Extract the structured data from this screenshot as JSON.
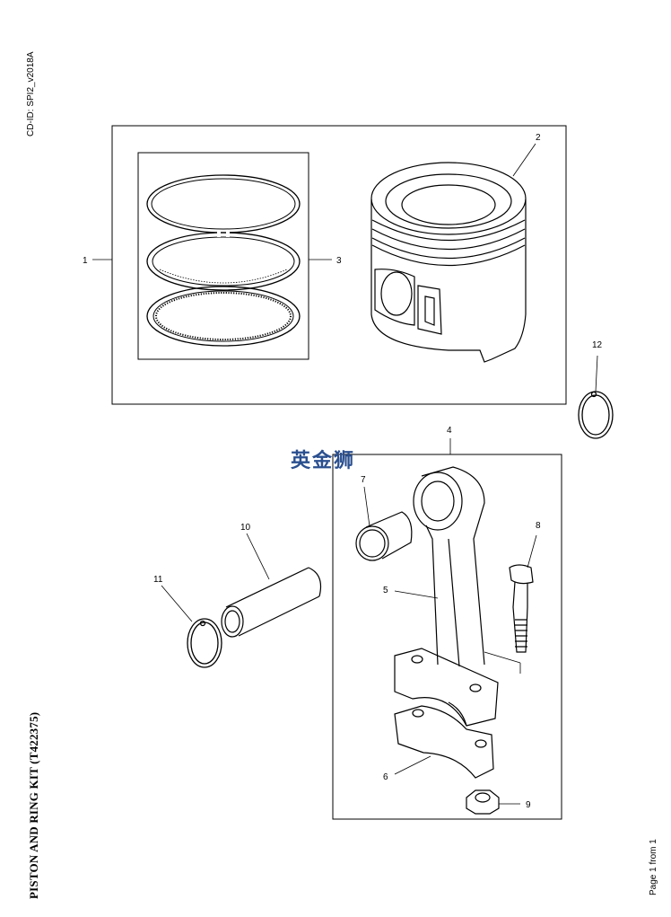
{
  "document": {
    "cd_id": "CD-ID: SPI2_v2018A",
    "title": "PISTON AND RING KIT (T422375)",
    "page_number": "Page 1 from 1",
    "watermark": "英金狮"
  },
  "callouts": [
    {
      "id": "1",
      "label": "1"
    },
    {
      "id": "2",
      "label": "2"
    },
    {
      "id": "3",
      "label": "3"
    },
    {
      "id": "4",
      "label": "4"
    },
    {
      "id": "5",
      "label": "5"
    },
    {
      "id": "6",
      "label": "6"
    },
    {
      "id": "7",
      "label": "7"
    },
    {
      "id": "8",
      "label": "8"
    },
    {
      "id": "9",
      "label": "9"
    },
    {
      "id": "10",
      "label": "10"
    },
    {
      "id": "11",
      "label": "11"
    },
    {
      "id": "12",
      "label": "12"
    }
  ],
  "colors": {
    "line": "#000000",
    "watermark": "#2a4f8f"
  }
}
